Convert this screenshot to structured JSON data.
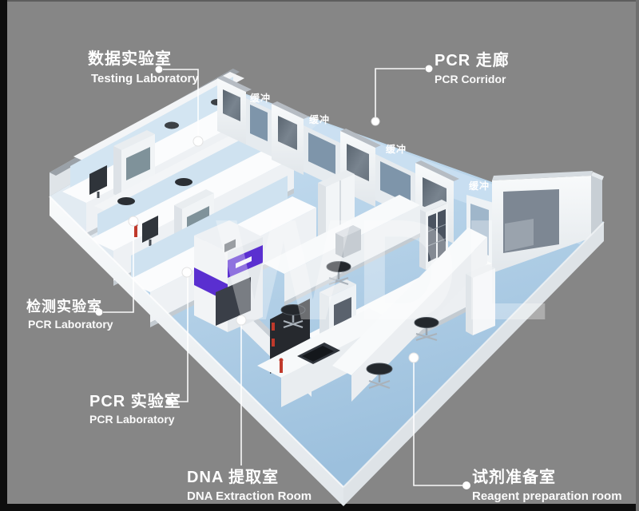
{
  "scene": {
    "description": "3D isometric rendering of a PCR laboratory suite floor plan",
    "background_color": "#868686",
    "frame_color": "#0e0e0e",
    "watermark": "WDL",
    "palette": {
      "floor_blue": "#aecde6",
      "corridor_blue": "#cfe3f4",
      "wall_white": "#f4f6f8",
      "wall_shade": "#dde2e7",
      "window_gray": "#6b7684",
      "bench_panel_blue": "#d3e5f2",
      "cabinet_purple": "#5a2fd0",
      "label_white": "#ffffff"
    }
  },
  "labels": [
    {
      "id": "testing-laboratory",
      "zh": "数据实验室",
      "en": "Testing Laboratory"
    },
    {
      "id": "pcr-corridor",
      "zh": "PCR 走廊",
      "en": "PCR Corridor"
    },
    {
      "id": "pcr-laboratory-detection",
      "zh": "检测实验室",
      "en": "PCR Laboratory"
    },
    {
      "id": "pcr-laboratory",
      "zh": "PCR 实验室",
      "en": "PCR Laboratory"
    },
    {
      "id": "dna-extraction-room",
      "zh": "DNA 提取室",
      "en": "DNA Extraction Room"
    },
    {
      "id": "reagent-preparation-room",
      "zh": "试剂准备室",
      "en": "Reagent preparation room"
    }
  ],
  "buffer_labels": [
    "缓冲",
    "缓冲",
    "缓冲",
    "缓冲"
  ]
}
